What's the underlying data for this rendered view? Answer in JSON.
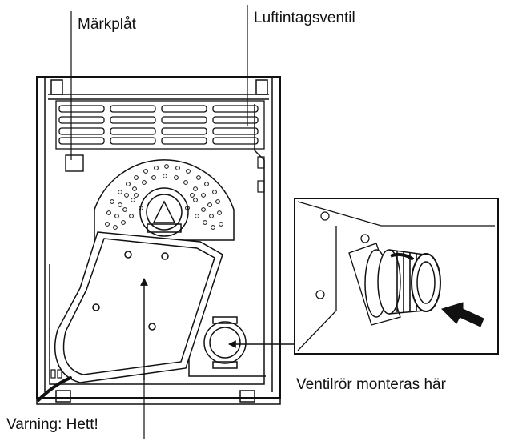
{
  "labels": {
    "rating_plate": "Märkplåt",
    "air_intake_valve": "Luftintagsventil",
    "vent_pipe": "Ventilrör monteras här",
    "warning_hot": "Varning: Hett!"
  },
  "colors": {
    "line": "#111111",
    "background": "#ffffff"
  }
}
